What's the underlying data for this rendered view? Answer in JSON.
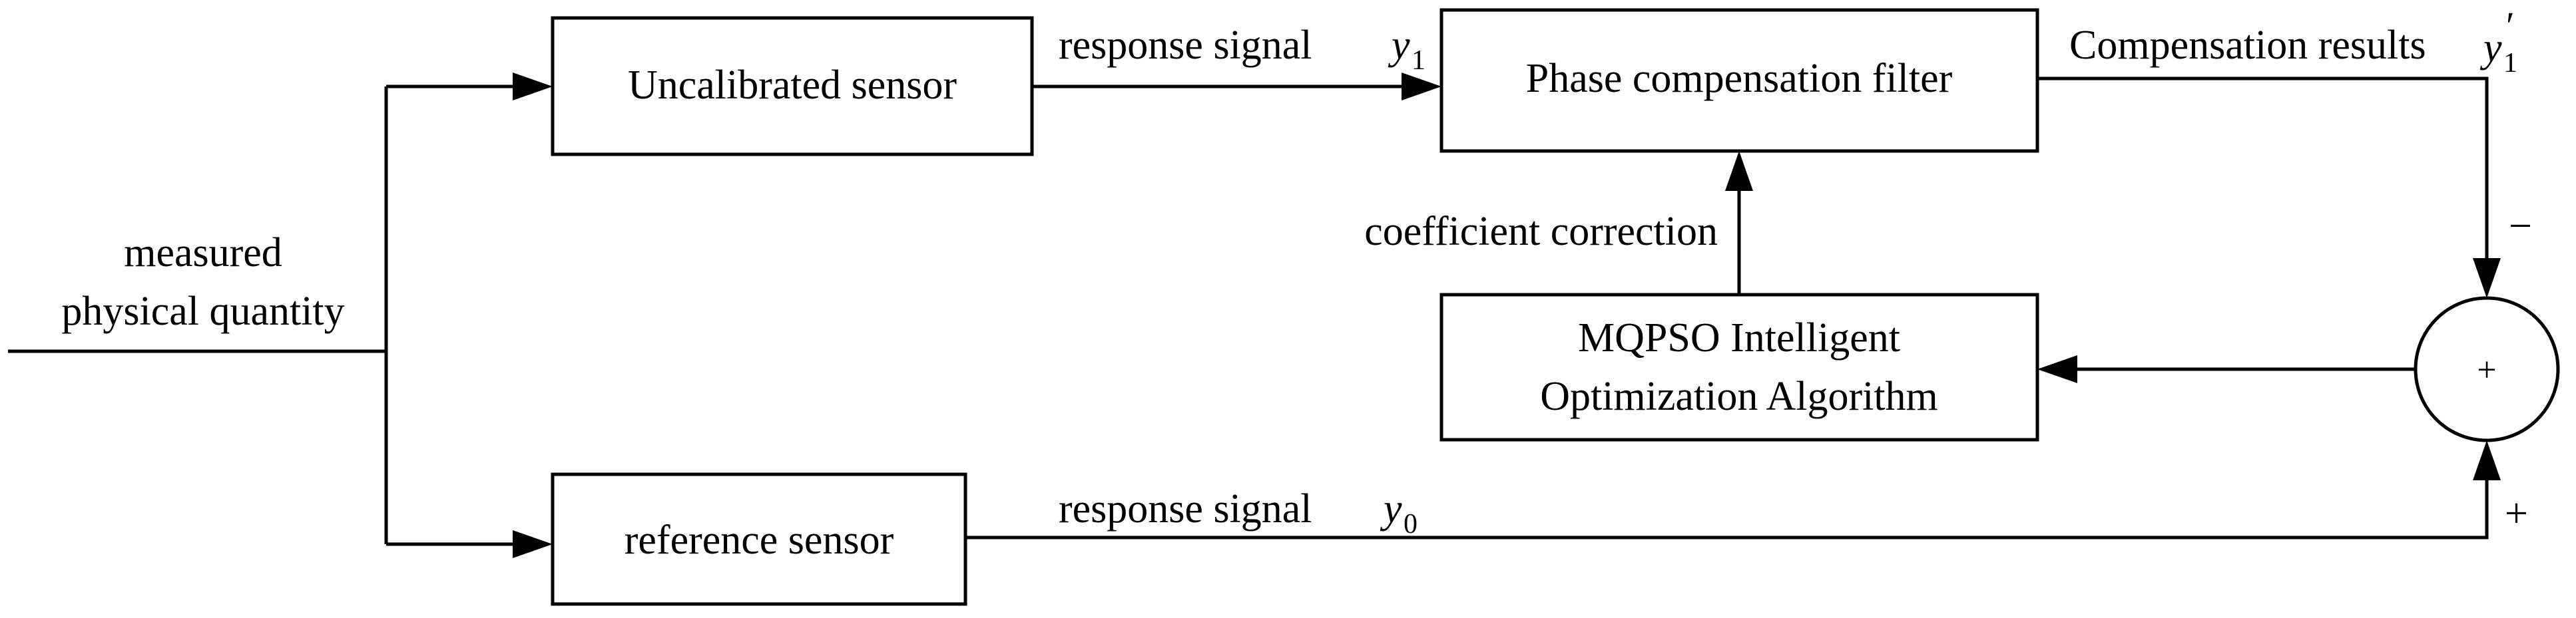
{
  "input": {
    "line1": "measured",
    "line2": "physical quantity"
  },
  "blocks": {
    "uncalibrated_sensor": "Uncalibrated sensor",
    "phase_filter": "Phase compensation filter",
    "mqpso_line1": "MQPSO Intelligent",
    "mqpso_line2": "Optimization Algorithm",
    "reference_sensor": "reference sensor",
    "summer_sign": "+"
  },
  "signals": {
    "response_signal_top": "response signal",
    "y1_var": "y",
    "y1_sub": "1",
    "compensation_results": "Compensation results",
    "y1p_var": "y",
    "y1p_sub": "1",
    "y1p_prime": "′",
    "coefficient_correction": "coefficient correction",
    "response_signal_bottom": "response signal",
    "y0_var": "y",
    "y0_sub": "0",
    "minus_sign": "−",
    "plus_sign": "+"
  }
}
